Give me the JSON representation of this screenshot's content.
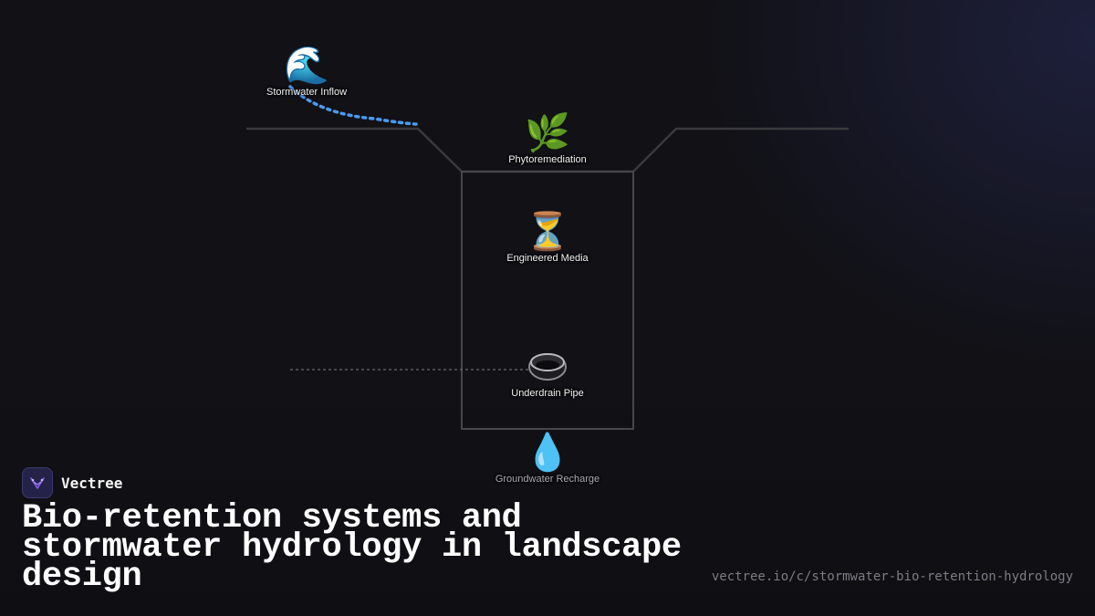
{
  "diagram": {
    "nodes": [
      {
        "id": "stormwater-inflow",
        "icon": "wave-icon",
        "glyph": "🌊",
        "label": "Stormwater Inflow"
      },
      {
        "id": "phytoremediation",
        "icon": "herb-icon",
        "glyph": "🌿",
        "label": "Phytoremediation"
      },
      {
        "id": "engineered-media",
        "icon": "hourglass-icon",
        "glyph": "⏳",
        "label": "Engineered Media"
      },
      {
        "id": "underdrain-pipe",
        "icon": "pipe-icon",
        "glyph": "⛂",
        "label": "Underdrain Pipe"
      },
      {
        "id": "groundwater-recharge",
        "icon": "droplet-icon",
        "glyph": "💧",
        "label": "Groundwater Recharge"
      }
    ],
    "colors": {
      "ground_line": "#3a3a3e",
      "basin_outline": "#46464b",
      "inflow_dash": "#4a9bef",
      "underdrain_dash": "#6a6a70"
    }
  },
  "brand": {
    "name": "Vectree",
    "logo_icon": "vectree-logo-icon",
    "accent": "#8b5cf6"
  },
  "title": "Bio-retention systems and stormwater hydrology in landscape design",
  "url": "vectree.io/c/stormwater-bio-retention-hydrology"
}
